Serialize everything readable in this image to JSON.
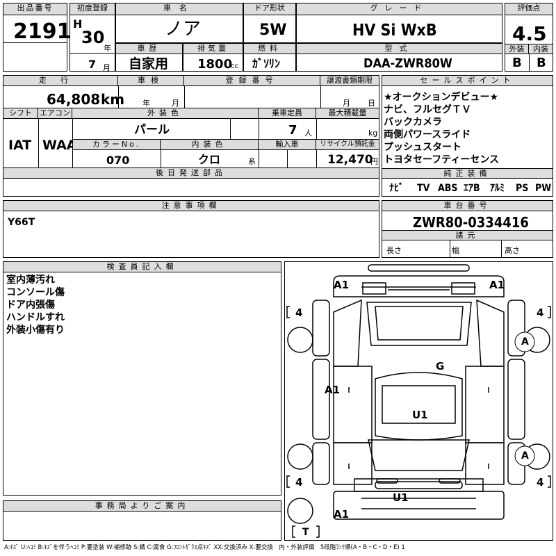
{
  "listing": {
    "lot_label": "出品番号",
    "lot_value": "2191",
    "reg_label": "初度登録",
    "era": "H",
    "year": "30",
    "year_unit": "年",
    "month": "7",
    "month_unit": "月",
    "car_label": "車名",
    "car_value": "ノア",
    "door_label": "ドア形状",
    "door_value": "5W",
    "grade_label": "グレード",
    "grade_value": "HV Si WxB",
    "score_label": "評価点",
    "score_value": "4.5",
    "exterior_label": "外装",
    "exterior_value": "B",
    "interior_label": "内装",
    "interior_value": "B",
    "history_label": "車歴",
    "history_value": "自家用",
    "displacement_label": "排気量",
    "displacement_value": "1800",
    "displacement_unit": "cc",
    "fuel_label": "燃料",
    "fuel_value": "ｶﾞｿﾘﾝ",
    "model_label": "型式",
    "model_value": "DAA-ZWR80W"
  },
  "details": {
    "mileage_label": "走行",
    "mileage_value": "64,808",
    "mileage_unit": "km",
    "inspection_label": "車検",
    "inspection_year_unit": "年",
    "inspection_month_unit": "月",
    "regno_label": "登録番号",
    "transfer_label": "譲渡書類期限",
    "transfer_month_unit": "月",
    "transfer_day_unit": "日",
    "shift_label": "シフト",
    "shift_value": "IAT",
    "ac_label": "エアコン",
    "ac_value": "WAA",
    "color_label": "外装色",
    "color_value": "パール",
    "capacity_label": "乗車定員",
    "capacity_value": "7",
    "capacity_unit": "人",
    "load_label": "最大積載量",
    "load_unit": "kg",
    "colorno_label": "カラーNo.",
    "colorno_value": "070",
    "intcolor_label": "内装色",
    "intcolor_value": "クロ",
    "intcolor_unit": "系",
    "import_label": "輸入車",
    "recycle_label": "リサイクル預託金",
    "recycle_value": "12,470",
    "recycle_unit": "円",
    "parts_label": "後日発送部品"
  },
  "sales_points": {
    "label": "セールスポイント",
    "items": [
      "★オークションデビュー★",
      "ナビ、フルセグＴＶ",
      "バックカメラ",
      "両側パワースライド",
      "プッシュスタート",
      "トヨタセーフティーセンス"
    ]
  },
  "equipment": {
    "label": "純正装備",
    "items": [
      "ﾅﾋﾞ",
      "TV",
      "ABS",
      "ｴｱB",
      "ｱﾙﾐ",
      "PS",
      "PW"
    ]
  },
  "notes": {
    "label": "注意事項欄",
    "value": "Y66T"
  },
  "chassis": {
    "label": "車台番号",
    "value": "ZWR80-0334416",
    "spec_label": "諸元",
    "length_label": "長さ",
    "width_label": "幅",
    "height_label": "高さ"
  },
  "inspector": {
    "label": "検査員記入欄",
    "lines": [
      "室内薄汚れ",
      "コンソール傷",
      "ドア内張傷",
      "ハンドルすれ",
      "外装小傷有り"
    ]
  },
  "office": {
    "label": "事務局よりご案内"
  },
  "diagram": {
    "marks": [
      "A1",
      "A1",
      "4",
      "4",
      "A",
      "G",
      "A1",
      "U1",
      "A",
      "4",
      "4",
      "U1",
      "A1",
      "T"
    ]
  },
  "legend": "A:ｷｽﾞ U:ﾍｺﾐ B:ｷｽﾞを伴うﾍｺﾐ P:要塗装 W:補修跡 S:錆 C:腐食 G:ﾌﾛﾝﾄｶﾞﾗｽ点ｷｽﾞ XX:交換済み X:要交換　内・外装評価　5段階ﾗﾝｸ順(A・B・C・D・E) 1"
}
